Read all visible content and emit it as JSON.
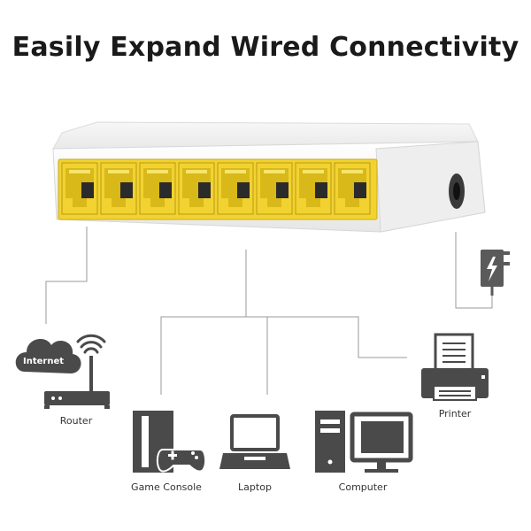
{
  "headline": "Easily Expand Wired Connectivity",
  "device": {
    "brand_mark": "",
    "port_count": 8,
    "port_color": "#f2d230"
  },
  "cloud_label": "Internet",
  "devices": {
    "router": "Router",
    "game_console": "Game Console",
    "laptop": "Laptop",
    "computer": "Computer",
    "printer": "Printer"
  },
  "colors": {
    "icon": "#4a4a4a",
    "line": "#9a9a9a",
    "power": "#5a5a5a"
  }
}
